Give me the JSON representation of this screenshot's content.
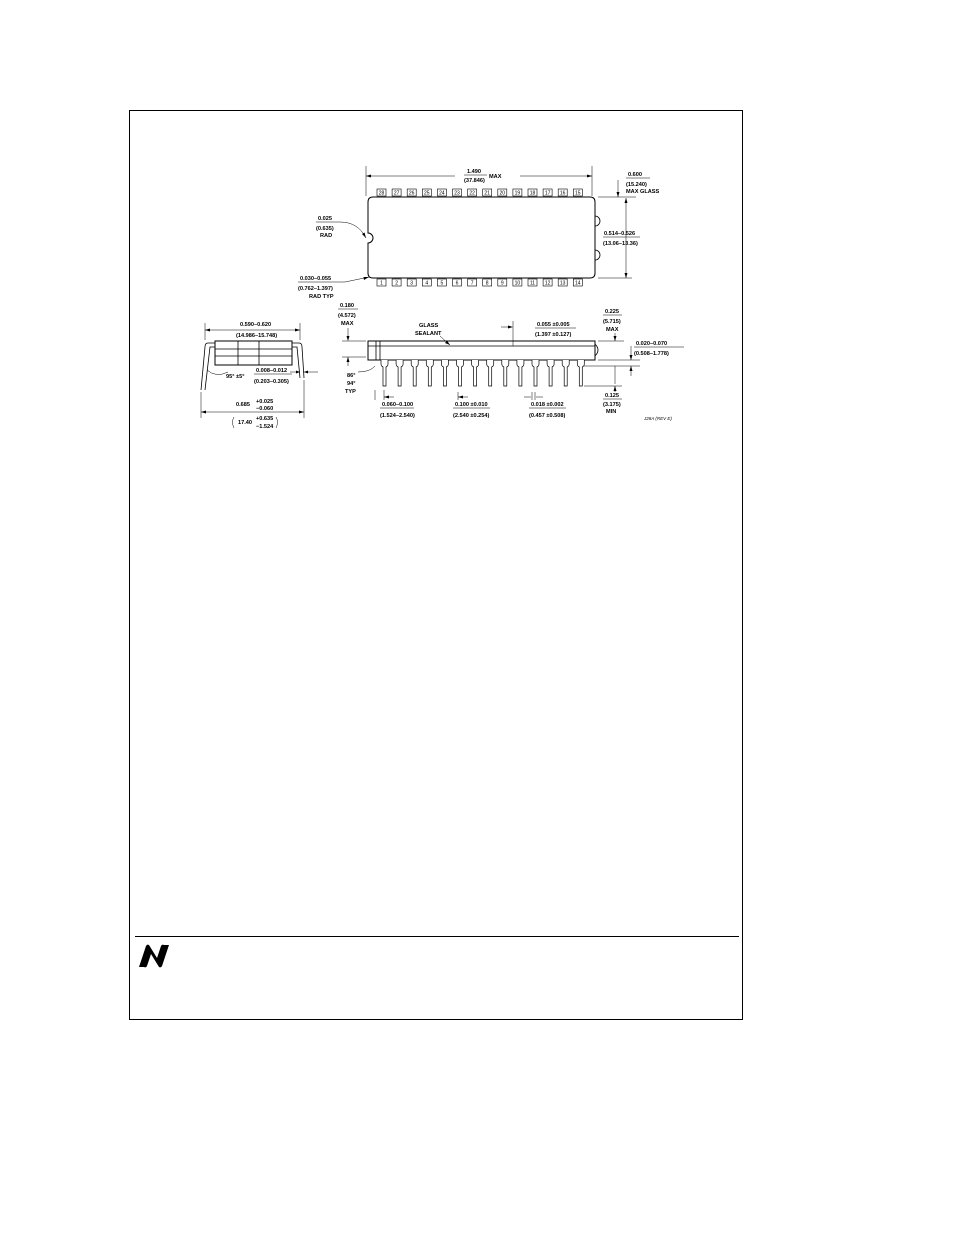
{
  "top_view": {
    "length_in": "1.490",
    "length_mm": "(37.846)",
    "length_note": "MAX",
    "glass_in": "0.600",
    "glass_mm": "(15.240)",
    "glass_note": "MAX GLASS",
    "notch_in": "0.025",
    "notch_mm": "(0.635)",
    "notch_note": "RAD",
    "corner_in": "0.030–0.055",
    "corner_mm": "(0.762–1.397)",
    "corner_note": "RAD TYP",
    "width_in": "0.514–0.526",
    "width_mm": "(13.06–13.36)",
    "pins_top": [
      "28",
      "27",
      "26",
      "25",
      "24",
      "23",
      "22",
      "21",
      "20",
      "19",
      "18",
      "17",
      "16",
      "15"
    ],
    "pins_bottom": [
      "1",
      "2",
      "3",
      "4",
      "5",
      "6",
      "7",
      "8",
      "9",
      "10",
      "11",
      "12",
      "13",
      "14"
    ]
  },
  "end_view": {
    "width_in": "0.590–0.620",
    "width_mm": "(14.986–15.748)",
    "angle": "95° ±5°",
    "lead_thk_in": "0.008–0.012",
    "lead_thk_mm": "(0.203–0.305)",
    "spread_in": "0.685",
    "spread_tol_in_plus": "+0.025",
    "spread_tol_in_minus": "−0.060",
    "spread_mm": "17.40",
    "spread_tol_mm_plus": "+0.635",
    "spread_tol_mm_minus": "−1.524"
  },
  "side_view": {
    "height_in": "0.180",
    "height_mm": "(4.572)",
    "height_note": "MAX",
    "glass_label_1": "GLASS",
    "glass_label_2": "SEALANT",
    "shoulder_in": "0.055 ±0.005",
    "shoulder_mm": "(1.397 ±0.127)",
    "seat_in": "0.225",
    "seat_mm": "(5.715)",
    "seat_note": "MAX",
    "standoff_in": "0.020–0.070",
    "standoff_mm": "(0.508–1.778)",
    "angle_1": "86°",
    "angle_2": "94°",
    "angle_note": "TYP",
    "end_lead_in": "0.060–0.100",
    "end_lead_mm": "(1.524–2.540)",
    "pitch_in": "0.100 ±0.010",
    "pitch_mm": "(2.540 ±0.254)",
    "lead_w_in": "0.018 ±0.002",
    "lead_w_mm": "(0.457 ±0.508)",
    "lead_len_in": "0.125",
    "lead_len_mm": "(3.175)",
    "lead_len_note": "MIN",
    "figure_id": "J28A (REV E)"
  },
  "logo": {
    "name": "national-semiconductor-logo-icon"
  }
}
